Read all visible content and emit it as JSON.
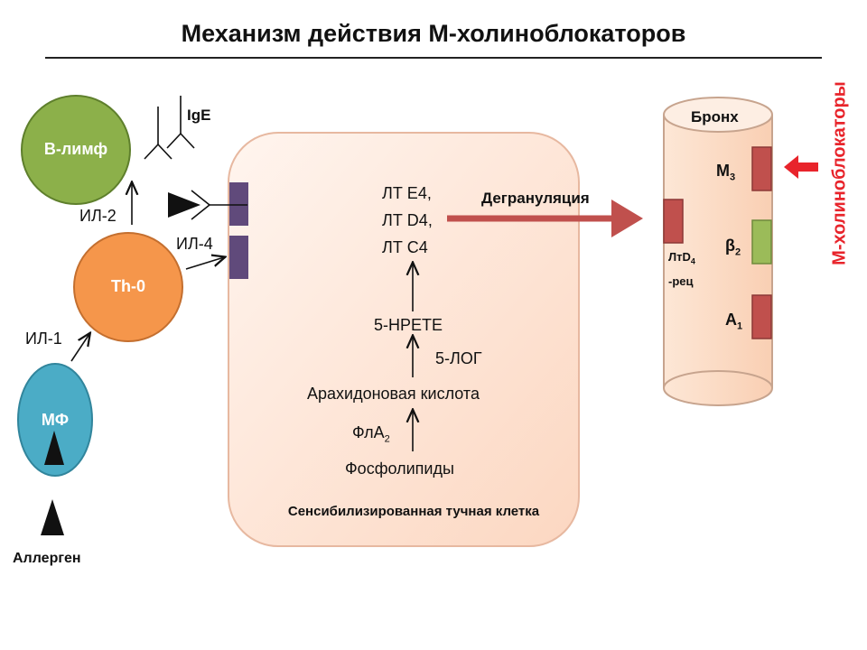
{
  "title": "Механизм действия М-холиноблокаторов",
  "cells": {
    "b_lymph": "В-лимф",
    "th0": "Th-0",
    "mf": "МФ"
  },
  "labels": {
    "ige": "IgE",
    "il2": "ИЛ-2",
    "il4": "ИЛ-4",
    "il1": "ИЛ-1",
    "allergen": "Аллерген"
  },
  "mast_cell": {
    "lt_e4": "ЛТ Е4,",
    "lt_d4": "ЛТ D4,",
    "lt_c4": "ЛТ С4",
    "hpete": "5-HPETE",
    "log": "5-ЛОГ",
    "arachidonic": "Арахидоновая кислота",
    "pla2_main": "ФлА",
    "pla2_sub": "2",
    "phospholipids": "Фосфолипиды",
    "caption": "Сенсибилизированная тучная клетка"
  },
  "degranulation": "Дегрануляция",
  "bronchus": {
    "title": "Бронх",
    "m3_main": "М",
    "m3_sub": "3",
    "b2_main": "β",
    "b2_sub": "2",
    "a1_main": "А",
    "a1_sub": "1",
    "ltd4_main": "ЛтD",
    "ltd4_sub": "4",
    "ltd4_rec": "-рец"
  },
  "blocker": "М-холиноблокаторы",
  "colors": {
    "b_lymph": "#8cb04a",
    "th0": "#f5964b",
    "mf": "#4bacc6",
    "mast_fill": "#fde6d8",
    "bronchus": "#fce0cc",
    "receptor_red": "#c0504d",
    "receptor_green": "#9bbb59",
    "receptor_purple": "#604a7b",
    "blocker_red": "#e8242b"
  }
}
